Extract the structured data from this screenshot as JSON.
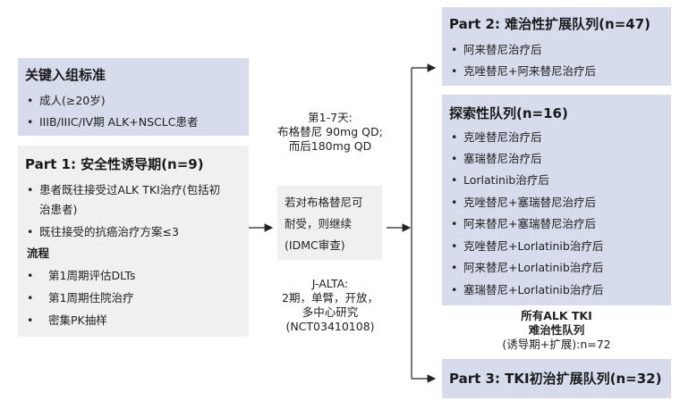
{
  "criteria": {
    "title": "关键入组标准",
    "items": [
      "成人(≥20岁)",
      "IIIB/IIIC/IV期 ALK+NSCLC患者"
    ]
  },
  "part1": {
    "title": "Part 1: 安全性诱导期(n=9)",
    "items": [
      "患者既往接受过ALK TKI治疗(包括初",
      "治患者)",
      "既往接受的抗癌治疗方案≤3"
    ],
    "process_label": "流程",
    "process_items": [
      "第1周期评估DLTs",
      "第1周期住院治疗",
      "密集PK抽样"
    ]
  },
  "dosing": {
    "lines": [
      "第1-7天:",
      "布格替尼 90mg QD;",
      "而后180mg QD"
    ]
  },
  "continue": {
    "lines": [
      "若对布格替尼可",
      "耐受，则继续",
      "(IDMC审查)"
    ]
  },
  "study": {
    "lines": [
      "J-ALTA:",
      "2期，单臂，开放，",
      "多中心研究",
      "(NCT03410108)"
    ]
  },
  "part2": {
    "title": "Part 2: 难治性扩展队列(n=47)",
    "items": [
      "阿来替尼治疗后",
      "克唑替尼+阿来替尼治疗后"
    ]
  },
  "explore": {
    "title": "探索性队列(n=16)",
    "items": [
      "克唑替尼治疗后",
      "塞瑞替尼治疗后",
      "Lorlatinib治疗后",
      "克唑替尼+塞瑞替尼治疗后",
      "阿来替尼+塞瑞替尼治疗后",
      "克唑替尼+Lorlatinib治疗后",
      "阿来替尼+Lorlatinib治疗后",
      "塞瑞替尼+Lorlatinib治疗后"
    ]
  },
  "summary": {
    "lines": [
      "所有ALK TKI",
      "难治性队列",
      "(诱导期+扩展):n=72"
    ]
  },
  "part3": {
    "title": "Part 3: TKI初治扩展队列(n=32)"
  },
  "colors": {
    "blue_box": "#d6dcec",
    "gray_box": "#f0f0f0",
    "arrow": "#222222"
  }
}
